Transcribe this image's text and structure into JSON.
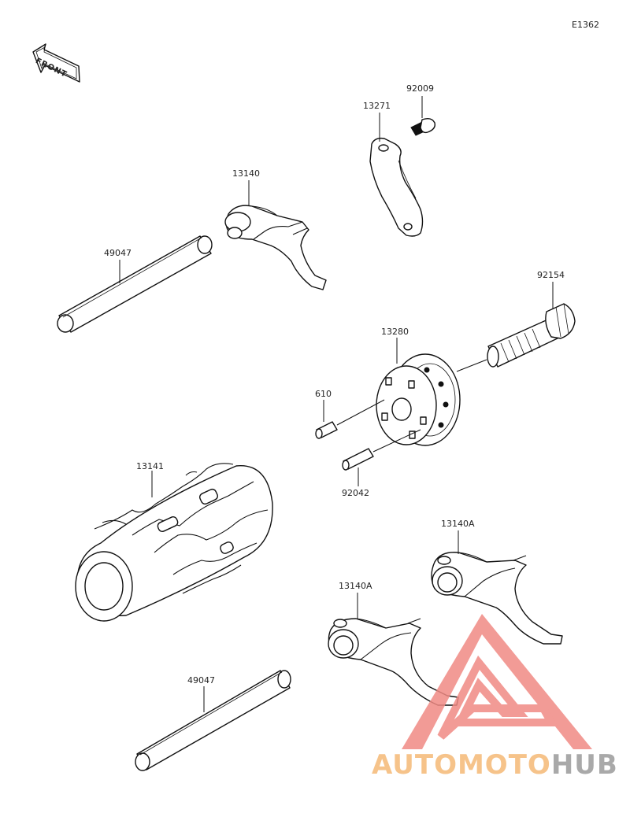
{
  "diagram": {
    "code": "E1362",
    "front_label": "FRONT",
    "parts": {
      "p92009": "92009",
      "p13271": "13271",
      "p13140": "13140",
      "p49047_top": "49047",
      "p92154": "92154",
      "p13280": "13280",
      "p610": "610",
      "p92042": "92042",
      "p13141": "13141",
      "p13140A_right": "13140A",
      "p13140A_left": "13140A",
      "p49047_bottom": "49047"
    }
  },
  "watermark": {
    "text_part1": "AUTOMOTO",
    "text_part2": "HUB",
    "logo_color": "#f08a84",
    "text_color1": "#f6c38a",
    "text_color2": "#a9a9a9"
  }
}
